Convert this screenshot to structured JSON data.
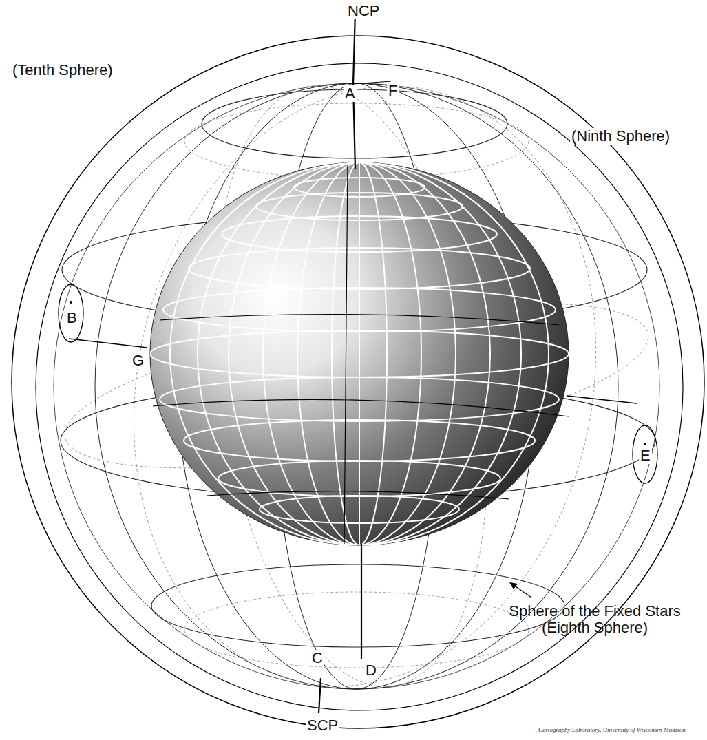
{
  "diagram": {
    "labels": [
      "NCP",
      "A",
      "F",
      "(Tenth Sphere)",
      "(Ninth Sphere)",
      "B",
      "G",
      "E",
      "Sphere of the Fixed Stars (Eighth Sphere)",
      "C",
      "D",
      "SCP",
      "Cartography Laboratory, University of Wisconsin-Madison"
    ]
  }
}
